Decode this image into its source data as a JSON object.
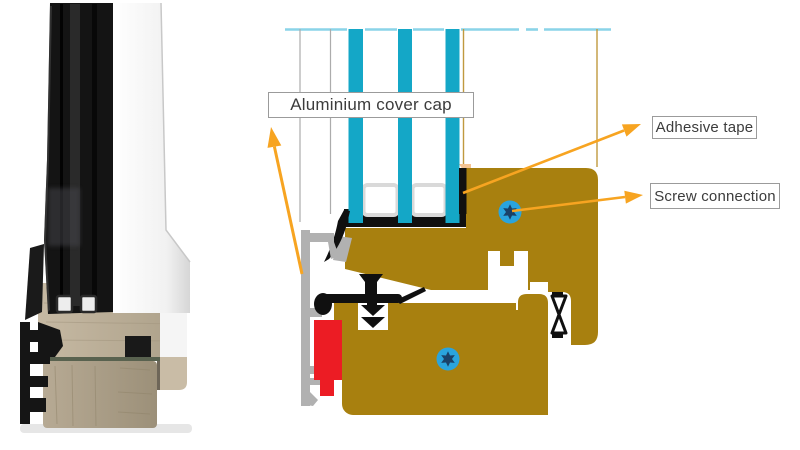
{
  "figure": {
    "description": "Timber window cross-section: photo of frame corner (left) and technical section drawing (right)",
    "callouts": [
      {
        "id": "cover_cap",
        "text": "Aluminium cover cap"
      },
      {
        "id": "adhesive_tape",
        "text": "Adhesive tape"
      },
      {
        "id": "screw_connection",
        "text": "Screw connection"
      }
    ]
  },
  "colors": {
    "wood": "#A8800F",
    "glass": "#14A7C7",
    "glass_top_line": "#8AD4E8",
    "seal": "#101010",
    "aluminium": "#B1B1B1",
    "gasket": "#EC1C24",
    "screw": "#2AA4DD",
    "screw_star": "#1A4168",
    "arrow": "#F7A421",
    "construction_tan": "#C0993E",
    "construction_gray": "#ACACAC",
    "label_border": "#9B9B9B",
    "label_text": "#3C3C3C",
    "photo_wood_light": "#C6B9A3",
    "photo_wood_dark": "#A2957F",
    "photo_black": "#141414"
  }
}
